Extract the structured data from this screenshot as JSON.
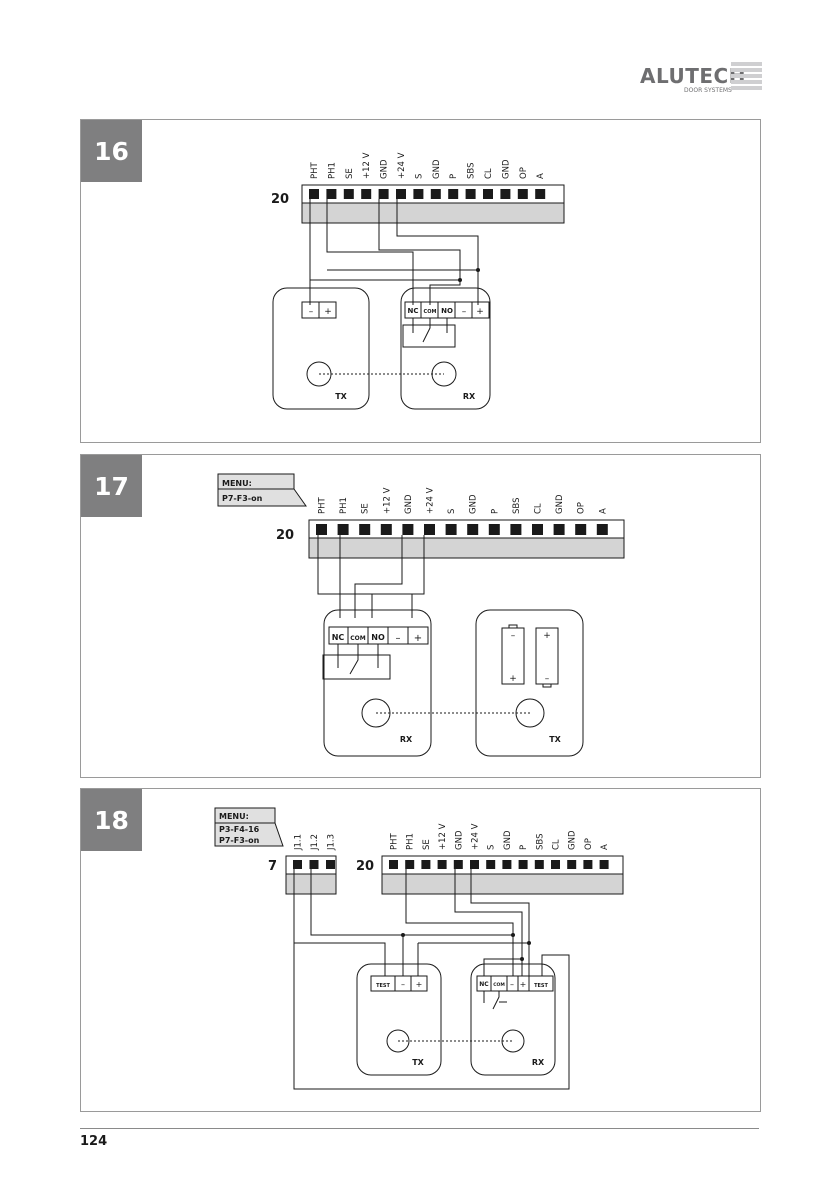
{
  "header": {
    "brand": "ALUTECH",
    "tagline": "DOOR SYSTEMS"
  },
  "terminal_labels": [
    "PHT",
    "PH1",
    "SE",
    "+12 V",
    "GND",
    "+24 V",
    "S",
    "GND",
    "P",
    "SBS",
    "CL",
    "GND",
    "OP",
    "A"
  ],
  "j1_labels": [
    "J1.1",
    "J1.2",
    "J1.3"
  ],
  "diagrams": [
    {
      "number": "16",
      "block_number": "20",
      "rx_terminals": [
        "NC",
        "COM",
        "NO",
        "–",
        "+"
      ],
      "tx_terminals": [
        "–",
        "+"
      ],
      "tx_label": "TX",
      "rx_label": "RX"
    },
    {
      "number": "17",
      "block_number": "20",
      "menu_title": "MENU:",
      "menu_items": [
        "P7-F3-on"
      ],
      "rx_terminals": [
        "NC",
        "COM",
        "NO",
        "–",
        "+"
      ],
      "battery_signs": [
        "–",
        "+",
        "+",
        "–"
      ],
      "tx_label": "TX",
      "rx_label": "RX"
    },
    {
      "number": "18",
      "block_number": "20",
      "block7_number": "7",
      "menu_title": "MENU:",
      "menu_items": [
        "P3-F4-16",
        "P7-F3-on"
      ],
      "tx_terminals": [
        "TEST",
        "–",
        "+"
      ],
      "rx_terminals": [
        "NC",
        "COM",
        "–",
        "+",
        "TEST"
      ],
      "tx_label": "TX",
      "rx_label": "RX"
    }
  ],
  "footer": {
    "page_number": "124"
  },
  "colors": {
    "brand_gray": "#6e6e70",
    "tab_gray": "#7f7f80",
    "strip_gray": "#d4d4d4",
    "line": "#1a1a1a"
  }
}
